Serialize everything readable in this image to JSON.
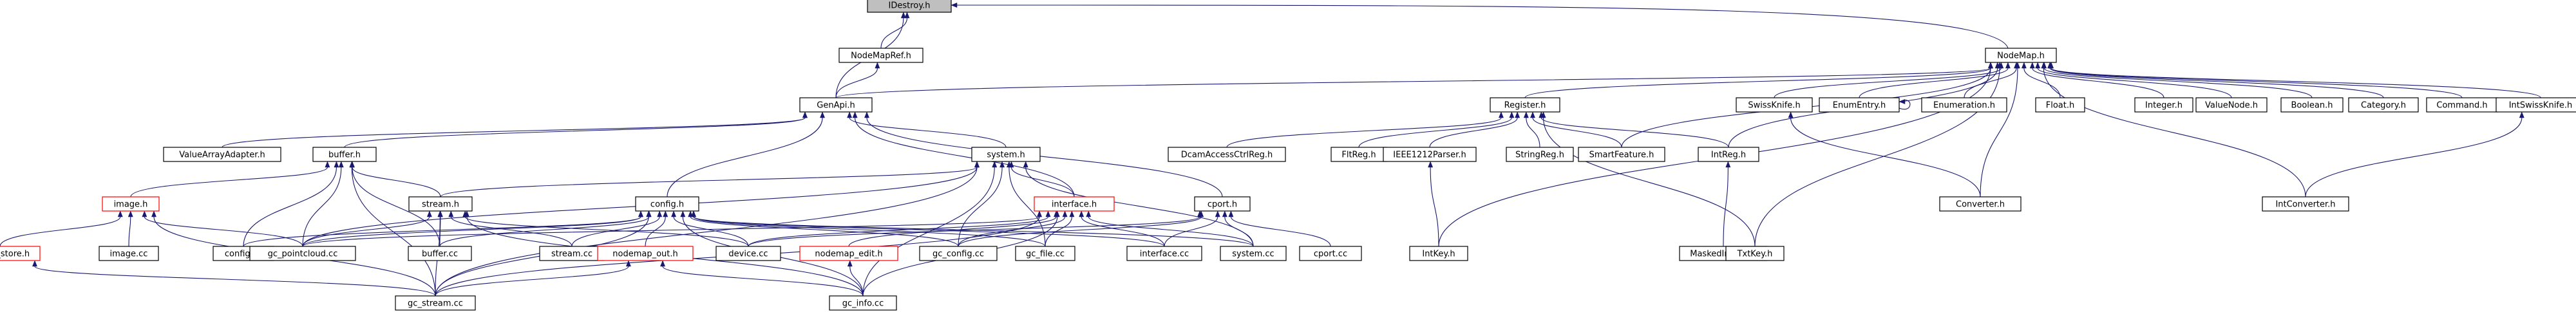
{
  "colors": {
    "edge": "#191970",
    "node_border": "#000000",
    "node_border_highlight": "#ff0000",
    "root_fill": "#bfbfbf",
    "background": "#ffffff"
  },
  "nodes": [
    {
      "id": "IDestroy",
      "label": "IDestroy.h",
      "style": "root"
    },
    {
      "id": "NodeMapRef",
      "label": "NodeMapRef.h",
      "style": "normal"
    },
    {
      "id": "NodeMap",
      "label": "NodeMap.h",
      "style": "normal"
    },
    {
      "id": "GenApi",
      "label": "GenApi.h",
      "style": "normal"
    },
    {
      "id": "ValueArrayAdapter",
      "label": "ValueArrayAdapter.h",
      "style": "normal"
    },
    {
      "id": "buffer_h",
      "label": "buffer.h",
      "style": "normal"
    },
    {
      "id": "system_h",
      "label": "system.h",
      "style": "normal"
    },
    {
      "id": "image_h",
      "label": "image.h",
      "style": "red"
    },
    {
      "id": "stream_h",
      "label": "stream.h",
      "style": "normal"
    },
    {
      "id": "config_h",
      "label": "config.h",
      "style": "normal"
    },
    {
      "id": "interface_h",
      "label": "interface.h",
      "style": "red"
    },
    {
      "id": "cport_h",
      "label": "cport.h",
      "style": "normal"
    },
    {
      "id": "image_store",
      "label": "image_store.h",
      "style": "red"
    },
    {
      "id": "image_cc",
      "label": "image.cc",
      "style": "normal"
    },
    {
      "id": "config_cc",
      "label": "config.cc",
      "style": "normal"
    },
    {
      "id": "gc_pointcloud",
      "label": "gc_pointcloud.cc",
      "style": "normal"
    },
    {
      "id": "buffer_cc",
      "label": "buffer.cc",
      "style": "normal"
    },
    {
      "id": "stream_cc",
      "label": "stream.cc",
      "style": "normal"
    },
    {
      "id": "nodemap_out",
      "label": "nodemap_out.h",
      "style": "red"
    },
    {
      "id": "device_cc",
      "label": "device.cc",
      "style": "normal"
    },
    {
      "id": "nodemap_edit",
      "label": "nodemap_edit.h",
      "style": "red"
    },
    {
      "id": "gc_config",
      "label": "gc_config.cc",
      "style": "normal"
    },
    {
      "id": "gc_file",
      "label": "gc_file.cc",
      "style": "normal"
    },
    {
      "id": "interface_cc",
      "label": "interface.cc",
      "style": "normal"
    },
    {
      "id": "system_cc",
      "label": "system.cc",
      "style": "normal"
    },
    {
      "id": "cport_cc",
      "label": "cport.cc",
      "style": "normal"
    },
    {
      "id": "gc_stream",
      "label": "gc_stream.cc",
      "style": "normal"
    },
    {
      "id": "gc_info",
      "label": "gc_info.cc",
      "style": "normal"
    },
    {
      "id": "Register_h",
      "label": "Register.h",
      "style": "normal"
    },
    {
      "id": "SwissKnife_h",
      "label": "SwissKnife.h",
      "style": "normal"
    },
    {
      "id": "EnumEntry_h",
      "label": "EnumEntry.h",
      "style": "normal"
    },
    {
      "id": "Enumeration_h",
      "label": "Enumeration.h",
      "style": "normal"
    },
    {
      "id": "Float_h",
      "label": "Float.h",
      "style": "normal"
    },
    {
      "id": "Integer_h",
      "label": "Integer.h",
      "style": "normal"
    },
    {
      "id": "ValueNode_h",
      "label": "ValueNode.h",
      "style": "normal"
    },
    {
      "id": "Boolean_h",
      "label": "Boolean.h",
      "style": "normal"
    },
    {
      "id": "Category_h",
      "label": "Category.h",
      "style": "normal"
    },
    {
      "id": "Command_h",
      "label": "Command.h",
      "style": "normal"
    },
    {
      "id": "IntSwissKnife_h",
      "label": "IntSwissKnife.h",
      "style": "normal"
    },
    {
      "id": "DcamAccessCtrlReg",
      "label": "DcamAccessCtrlReg.h",
      "style": "normal"
    },
    {
      "id": "FltReg",
      "label": "FltReg.h",
      "style": "normal"
    },
    {
      "id": "IEEE1212Parser",
      "label": "IEEE1212Parser.h",
      "style": "normal"
    },
    {
      "id": "StringReg",
      "label": "StringReg.h",
      "style": "normal"
    },
    {
      "id": "SmartFeature",
      "label": "SmartFeature.h",
      "style": "normal"
    },
    {
      "id": "IntReg",
      "label": "IntReg.h",
      "style": "normal"
    },
    {
      "id": "Converter",
      "label": "Converter.h",
      "style": "normal"
    },
    {
      "id": "IntConverter",
      "label": "IntConverter.h",
      "style": "normal"
    },
    {
      "id": "IntKey",
      "label": "IntKey.h",
      "style": "normal"
    },
    {
      "id": "MaskedIntReg",
      "label": "MaskedIntReg.h",
      "style": "normal"
    },
    {
      "id": "TxtKey",
      "label": "TxtKey.h",
      "style": "normal"
    }
  ],
  "edges": [
    [
      "NodeMapRef",
      "IDestroy"
    ],
    [
      "GenApi",
      "IDestroy"
    ],
    [
      "NodeMap",
      "IDestroy"
    ],
    [
      "GenApi",
      "NodeMapRef"
    ],
    [
      "ValueArrayAdapter",
      "GenApi"
    ],
    [
      "buffer_h",
      "GenApi"
    ],
    [
      "system_h",
      "GenApi"
    ],
    [
      "config_h",
      "GenApi"
    ],
    [
      "cport_h",
      "GenApi"
    ],
    [
      "interface_h",
      "GenApi"
    ],
    [
      "image_h",
      "buffer_h"
    ],
    [
      "stream_h",
      "buffer_h"
    ],
    [
      "config_cc",
      "buffer_h"
    ],
    [
      "gc_pointcloud",
      "buffer_h"
    ],
    [
      "buffer_cc",
      "buffer_h"
    ],
    [
      "gc_stream",
      "buffer_h"
    ],
    [
      "image_store",
      "image_h"
    ],
    [
      "image_cc",
      "image_h"
    ],
    [
      "gc_pointcloud",
      "image_h"
    ],
    [
      "gc_stream",
      "image_h"
    ],
    [
      "buffer_cc",
      "stream_h"
    ],
    [
      "stream_cc",
      "stream_h"
    ],
    [
      "gc_pointcloud",
      "stream_h"
    ],
    [
      "gc_stream",
      "stream_h"
    ],
    [
      "gc_info",
      "stream_h"
    ],
    [
      "device_cc",
      "stream_h"
    ],
    [
      "gc_stream",
      "image_store"
    ],
    [
      "stream_h",
      "system_h"
    ],
    [
      "interface_h",
      "system_h"
    ],
    [
      "gc_config",
      "system_h"
    ],
    [
      "gc_file",
      "system_h"
    ],
    [
      "system_cc",
      "system_h"
    ],
    [
      "gc_info",
      "system_h"
    ],
    [
      "gc_stream",
      "system_h"
    ],
    [
      "gc_pointcloud",
      "system_h"
    ],
    [
      "config_cc",
      "config_h"
    ],
    [
      "gc_pointcloud",
      "config_h"
    ],
    [
      "buffer_cc",
      "config_h"
    ],
    [
      "stream_cc",
      "config_h"
    ],
    [
      "nodemap_out",
      "config_h"
    ],
    [
      "device_cc",
      "config_h"
    ],
    [
      "gc_config",
      "config_h"
    ],
    [
      "gc_file",
      "config_h"
    ],
    [
      "interface_cc",
      "config_h"
    ],
    [
      "system_cc",
      "config_h"
    ],
    [
      "gc_stream",
      "config_h"
    ],
    [
      "gc_info",
      "config_h"
    ],
    [
      "gc_stream",
      "nodemap_out"
    ],
    [
      "gc_info",
      "nodemap_out"
    ],
    [
      "gc_info",
      "nodemap_edit"
    ],
    [
      "nodemap_edit",
      "interface_h"
    ],
    [
      "gc_config",
      "interface_h"
    ],
    [
      "gc_file",
      "interface_h"
    ],
    [
      "interface_cc",
      "interface_h"
    ],
    [
      "system_cc",
      "interface_h"
    ],
    [
      "device_cc",
      "interface_h"
    ],
    [
      "gc_pointcloud",
      "interface_h"
    ],
    [
      "gc_info",
      "interface_h"
    ],
    [
      "gc_stream",
      "interface_h"
    ],
    [
      "device_cc",
      "cport_h"
    ],
    [
      "interface_cc",
      "cport_h"
    ],
    [
      "system_cc",
      "cport_h"
    ],
    [
      "cport_cc",
      "cport_h"
    ],
    [
      "gc_config",
      "cport_h"
    ],
    [
      "GenApi",
      "NodeMap"
    ],
    [
      "Register_h",
      "NodeMap"
    ],
    [
      "SwissKnife_h",
      "NodeMap"
    ],
    [
      "EnumEntry_h",
      "NodeMap"
    ],
    [
      "Enumeration_h",
      "NodeMap"
    ],
    [
      "Float_h",
      "NodeMap"
    ],
    [
      "Integer_h",
      "NodeMap"
    ],
    [
      "ValueNode_h",
      "NodeMap"
    ],
    [
      "Boolean_h",
      "NodeMap"
    ],
    [
      "Category_h",
      "NodeMap"
    ],
    [
      "Command_h",
      "NodeMap"
    ],
    [
      "IntSwissKnife_h",
      "NodeMap"
    ],
    [
      "SmartFeature",
      "NodeMap"
    ],
    [
      "IntReg",
      "NodeMap"
    ],
    [
      "Converter",
      "NodeMap"
    ],
    [
      "IntConverter",
      "NodeMap"
    ],
    [
      "TxtKey",
      "NodeMap"
    ],
    [
      "IntKey",
      "NodeMap"
    ],
    [
      "EnumEntry_h",
      "EnumEntry_h"
    ],
    [
      "DcamAccessCtrlReg",
      "Register_h"
    ],
    [
      "FltReg",
      "Register_h"
    ],
    [
      "IEEE1212Parser",
      "Register_h"
    ],
    [
      "StringReg",
      "Register_h"
    ],
    [
      "SmartFeature",
      "Register_h"
    ],
    [
      "IntReg",
      "Register_h"
    ],
    [
      "TxtKey",
      "Register_h"
    ],
    [
      "IntKey",
      "IEEE1212Parser"
    ],
    [
      "MaskedIntReg",
      "IntReg"
    ],
    [
      "Converter",
      "SwissKnife_h"
    ],
    [
      "IntConverter",
      "IntSwissKnife_h"
    ]
  ]
}
